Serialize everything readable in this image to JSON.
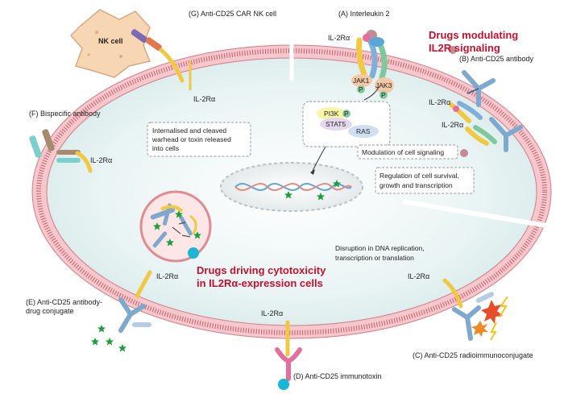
{
  "labels": {
    "g": "(G) Anti-CD25 CAR NK cell",
    "a": "(A) Interleukin 2",
    "b": "(B) Anti-CD25 antibody",
    "f": "(F) Bispecific antibody",
    "e1": "(E) Anti-CD25 antibody-",
    "e2": "drug conjugate",
    "d": "(D) Anti-CD25 immunotoxin",
    "c": "(C) Anti-CD25 radioimmunoconjugate",
    "nk_cell": "NK cell",
    "il2ra": "IL-2Rα"
  },
  "titles": {
    "signaling_line1": "Drugs modulating",
    "signaling_line2": "IL2R signaling",
    "cytotox_line1": "Drugs driving cytotoxicity",
    "cytotox_line2": "in IL2Rα-expression cells"
  },
  "proteins": {
    "jak1": "JAK1",
    "jak3": "JAK3",
    "p": "P",
    "pi3k": "PI3K",
    "stat5": "STAT5",
    "ras": "RAS"
  },
  "boxes": {
    "internalised_1": "Internalised and  cleaved",
    "internalised_2": "warhead or toxin released",
    "internalised_3": "into cells",
    "modulation": "Modulation of cell signaling",
    "regulation_1": "Regulation of cell survival,",
    "regulation_2": "growth and transcription",
    "disruption_1": "Disruption in DNA replication,",
    "disruption_2": "transcription or translation"
  },
  "colors": {
    "title_red": "#c8102e",
    "membrane": "#e8959c",
    "cytoplasm": "#e6f2f2",
    "receptor": "#f1c842",
    "antibody_blue": "#7fa8cf",
    "drug_green": "#1e9e3a",
    "payload_cyan": "#19b6d6",
    "toxin_pink": "#e46e9c",
    "nk_cell": "#f7d6b4"
  }
}
